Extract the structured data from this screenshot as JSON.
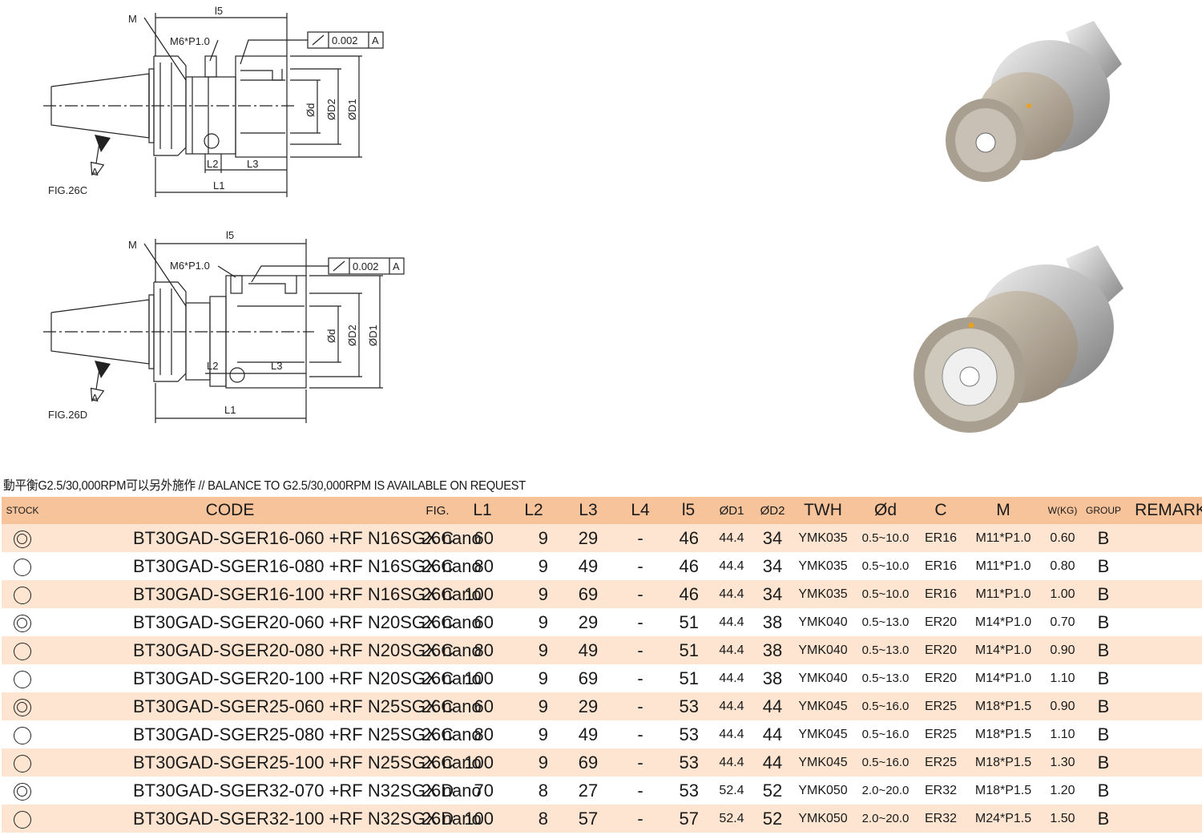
{
  "figures": [
    {
      "label": "FIG.26C",
      "m": "M",
      "thread": "M6*P1.0",
      "l5": "l5",
      "tol": "0.002",
      "datum": "A",
      "d": "Ød",
      "d2": "ØD2",
      "d1": "ØD1",
      "l1": "L1",
      "l2": "L2",
      "l3": "L3"
    },
    {
      "label": "FIG.26D",
      "m": "M",
      "thread": "M6*P1.0",
      "l5": "l5",
      "tol": "0.002",
      "datum": "A",
      "d": "Ød",
      "d2": "ØD2",
      "d1": "ØD1",
      "l1": "L1",
      "l2": "L2",
      "l3": "L3"
    }
  ],
  "note": "動平衡G2.5/30,000RPM可以另外施作 // BALANCE TO G2.5/30,000RPM IS AVAILABLE ON REQUEST",
  "table": {
    "headers": [
      "STOCK",
      "CODE",
      "FIG.",
      "L1",
      "L2",
      "L3",
      "L4",
      "l5",
      "ØD1",
      "ØD2",
      "TWH",
      "Ød",
      "C",
      "M",
      "W(KG)",
      "GROUP",
      "REMARK"
    ],
    "rows": [
      {
        "stock": "double",
        "code": "BT30GAD-SGER16-060 +RF N16SGX nano",
        "fig": "26C",
        "l1": "60",
        "l2": "9",
        "l3": "29",
        "l4": "-",
        "l5": "46",
        "d1": "44.4",
        "d2": "34",
        "twh": "YMK035",
        "d": "0.5~10.0",
        "c": "ER16",
        "m": "M11*P1.0",
        "w": "0.60",
        "group": "B",
        "remark": ""
      },
      {
        "stock": "single",
        "code": "BT30GAD-SGER16-080 +RF N16SGX nano",
        "fig": "26C",
        "l1": "80",
        "l2": "9",
        "l3": "49",
        "l4": "-",
        "l5": "46",
        "d1": "44.4",
        "d2": "34",
        "twh": "YMK035",
        "d": "0.5~10.0",
        "c": "ER16",
        "m": "M11*P1.0",
        "w": "0.80",
        "group": "B",
        "remark": ""
      },
      {
        "stock": "single",
        "code": "BT30GAD-SGER16-100 +RF N16SGX nano",
        "fig": "26C",
        "l1": "100",
        "l2": "9",
        "l3": "69",
        "l4": "-",
        "l5": "46",
        "d1": "44.4",
        "d2": "34",
        "twh": "YMK035",
        "d": "0.5~10.0",
        "c": "ER16",
        "m": "M11*P1.0",
        "w": "1.00",
        "group": "B",
        "remark": ""
      },
      {
        "stock": "double",
        "code": "BT30GAD-SGER20-060 +RF N20SGX nano",
        "fig": "26C",
        "l1": "60",
        "l2": "9",
        "l3": "29",
        "l4": "-",
        "l5": "51",
        "d1": "44.4",
        "d2": "38",
        "twh": "YMK040",
        "d": "0.5~13.0",
        "c": "ER20",
        "m": "M14*P1.0",
        "w": "0.70",
        "group": "B",
        "remark": ""
      },
      {
        "stock": "single",
        "code": "BT30GAD-SGER20-080 +RF N20SGX nano",
        "fig": "26C",
        "l1": "80",
        "l2": "9",
        "l3": "49",
        "l4": "-",
        "l5": "51",
        "d1": "44.4",
        "d2": "38",
        "twh": "YMK040",
        "d": "0.5~13.0",
        "c": "ER20",
        "m": "M14*P1.0",
        "w": "0.90",
        "group": "B",
        "remark": ""
      },
      {
        "stock": "single",
        "code": "BT30GAD-SGER20-100 +RF N20SGX nano",
        "fig": "26C",
        "l1": "100",
        "l2": "9",
        "l3": "69",
        "l4": "-",
        "l5": "51",
        "d1": "44.4",
        "d2": "38",
        "twh": "YMK040",
        "d": "0.5~13.0",
        "c": "ER20",
        "m": "M14*P1.0",
        "w": "1.10",
        "group": "B",
        "remark": ""
      },
      {
        "stock": "double",
        "code": "BT30GAD-SGER25-060 +RF N25SGX nano",
        "fig": "26C",
        "l1": "60",
        "l2": "9",
        "l3": "29",
        "l4": "-",
        "l5": "53",
        "d1": "44.4",
        "d2": "44",
        "twh": "YMK045",
        "d": "0.5~16.0",
        "c": "ER25",
        "m": "M18*P1.5",
        "w": "0.90",
        "group": "B",
        "remark": ""
      },
      {
        "stock": "single",
        "code": "BT30GAD-SGER25-080 +RF N25SGX nano",
        "fig": "26C",
        "l1": "80",
        "l2": "9",
        "l3": "49",
        "l4": "-",
        "l5": "53",
        "d1": "44.4",
        "d2": "44",
        "twh": "YMK045",
        "d": "0.5~16.0",
        "c": "ER25",
        "m": "M18*P1.5",
        "w": "1.10",
        "group": "B",
        "remark": ""
      },
      {
        "stock": "single",
        "code": "BT30GAD-SGER25-100 +RF N25SGX nano",
        "fig": "26C",
        "l1": "100",
        "l2": "9",
        "l3": "69",
        "l4": "-",
        "l5": "53",
        "d1": "44.4",
        "d2": "44",
        "twh": "YMK045",
        "d": "0.5~16.0",
        "c": "ER25",
        "m": "M18*P1.5",
        "w": "1.30",
        "group": "B",
        "remark": ""
      },
      {
        "stock": "double",
        "code": "BT30GAD-SGER32-070 +RF N32SGX nano",
        "fig": "26D",
        "l1": "70",
        "l2": "8",
        "l3": "27",
        "l4": "-",
        "l5": "53",
        "d1": "52.4",
        "d2": "52",
        "twh": "YMK050",
        "d": "2.0~20.0",
        "c": "ER32",
        "m": "M18*P1.5",
        "w": "1.20",
        "group": "B",
        "remark": ""
      },
      {
        "stock": "single",
        "code": "BT30GAD-SGER32-100 +RF N32SGX nano",
        "fig": "26D",
        "l1": "100",
        "l2": "8",
        "l3": "57",
        "l4": "-",
        "l5": "57",
        "d1": "52.4",
        "d2": "52",
        "twh": "YMK050",
        "d": "2.0~20.0",
        "c": "ER32",
        "m": "M24*P1.5",
        "w": "1.50",
        "group": "B",
        "remark": ""
      }
    ]
  },
  "colors": {
    "header_bg": "#f6c39b",
    "alt_row_bg": "#fde5d1"
  }
}
